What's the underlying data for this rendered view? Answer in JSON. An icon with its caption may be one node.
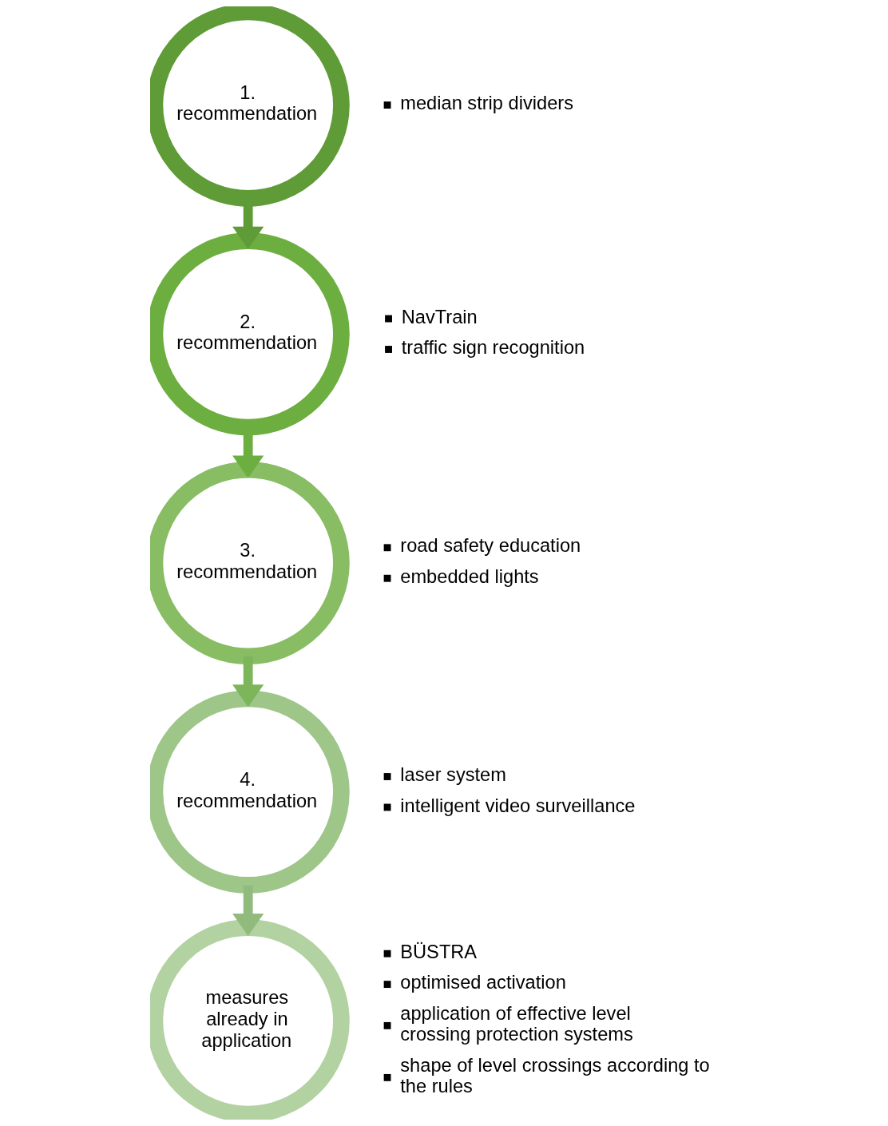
{
  "diagram": {
    "nodes": [
      {
        "text": [
          "1. recommendation"
        ],
        "beside": [
          "median strip dividers"
        ]
      },
      {
        "text": [
          "2. recommendation"
        ],
        "beside": [
          "NavTrain",
          "traffic sign recognition"
        ]
      },
      {
        "text": [
          "3. recommendation"
        ],
        "beside": [
          "road safety education",
          "embedded lights"
        ]
      },
      {
        "text": [
          "4. recommendation"
        ],
        "beside": [
          "laser system",
          "intelligent video surveillance"
        ]
      },
      {
        "text": [
          "measures already in application"
        ],
        "beside": [
          "BÜSTRA",
          "optimised activation",
          "application of effective level crossing protection systems",
          "shape of level crossings according to the rules"
        ]
      }
    ],
    "edges": [
      {
        "from": 0,
        "to": 1,
        "arrow": "to",
        "color": "#5f9b36"
      },
      {
        "from": 1,
        "to": 2,
        "arrow": "to",
        "color": "#6cae40"
      },
      {
        "from": 2,
        "to": 3,
        "arrow": "to",
        "color": "#7db55a"
      },
      {
        "from": 3,
        "to": 4,
        "arrow": "to",
        "color": "#90bb7c"
      }
    ]
  }
}
